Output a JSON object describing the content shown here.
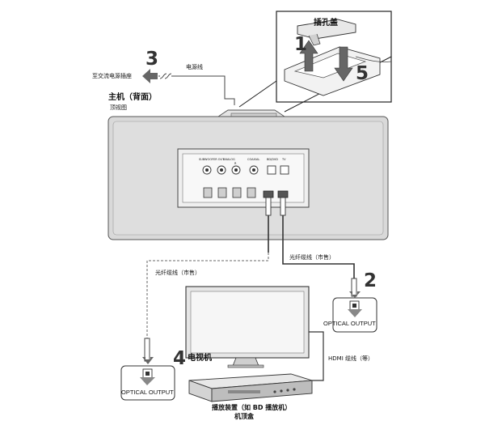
{
  "labels": {
    "ac_outlet": "至交流电源插座",
    "power_cord": "电源线",
    "main_unit": "主机（背面）",
    "top_view": "顶视图",
    "jack_cover": "插孔盖",
    "optical_cable_top": "光纤缆线（市售）",
    "optical_cable_left": "光纤缆线（市售）",
    "tv": "电视机",
    "hdmi_cable": "HDMI 缆线（等）",
    "optical_output_right": "OPTICAL OUTPUT",
    "optical_output_left": "OPTICAL OUTPUT",
    "playback_device_line1": "播放装置（如 BD 播放机）",
    "playback_device_line2": "机顶盒"
  },
  "steps": {
    "step1": "1",
    "step2": "2",
    "step3": "3",
    "step4": "4",
    "step5": "5"
  },
  "panel_jacks": {
    "jack1": "SUBWOOFER OUT",
    "jack2": "ANALOG",
    "jack3": "R",
    "jack4": "COAXIAL",
    "jack5": "BD/DVD",
    "jack6": "TV"
  }
}
